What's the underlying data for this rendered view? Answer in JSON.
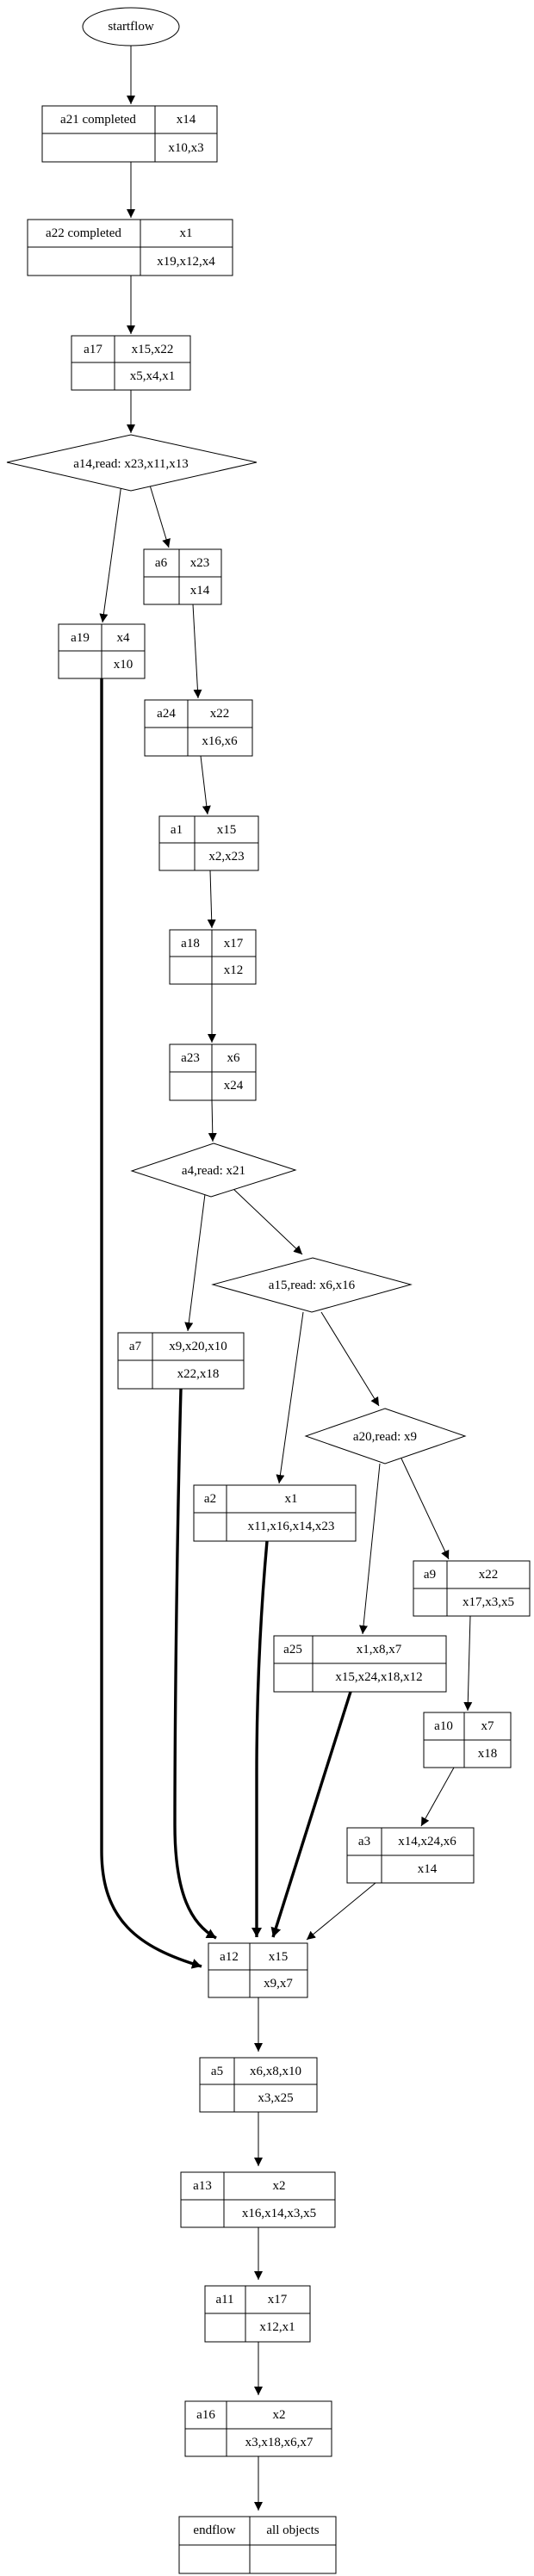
{
  "diagram_title": "workflow-graph",
  "nodes": {
    "startflow": {
      "label": "startflow"
    },
    "a21": {
      "label": "a21 completed",
      "vars_top": "x14",
      "vars_bottom": "x10,x3"
    },
    "a22": {
      "label": "a22 completed",
      "vars_top": "x1",
      "vars_bottom": "x19,x12,x4"
    },
    "a17": {
      "label": "a17",
      "vars_top": "x15,x22",
      "vars_bottom": "x5,x4,x1"
    },
    "a14": {
      "label": "a14,read: x23,x11,x13"
    },
    "a6": {
      "label": "a6",
      "vars_top": "x23",
      "vars_bottom": "x14"
    },
    "a19": {
      "label": "a19",
      "vars_top": "x4",
      "vars_bottom": "x10"
    },
    "a24": {
      "label": "a24",
      "vars_top": "x22",
      "vars_bottom": "x16,x6"
    },
    "a1": {
      "label": "a1",
      "vars_top": "x15",
      "vars_bottom": "x2,x23"
    },
    "a18": {
      "label": "a18",
      "vars_top": "x17",
      "vars_bottom": "x12"
    },
    "a23": {
      "label": "a23",
      "vars_top": "x6",
      "vars_bottom": "x24"
    },
    "a4": {
      "label": "a4,read: x21"
    },
    "a7": {
      "label": "a7",
      "vars_top": "x9,x20,x10",
      "vars_bottom": "x22,x18"
    },
    "a15": {
      "label": "a15,read: x6,x16"
    },
    "a2": {
      "label": "a2",
      "vars_top": "x1",
      "vars_bottom": "x11,x16,x14,x23"
    },
    "a20": {
      "label": "a20,read: x9"
    },
    "a9": {
      "label": "a9",
      "vars_top": "x22",
      "vars_bottom": "x17,x3,x5"
    },
    "a25": {
      "label": "a25",
      "vars_top": "x1,x8,x7",
      "vars_bottom": "x15,x24,x18,x12"
    },
    "a10": {
      "label": "a10",
      "vars_top": "x7",
      "vars_bottom": "x18"
    },
    "a3": {
      "label": "a3",
      "vars_top": "x14,x24,x6",
      "vars_bottom": "x14"
    },
    "a12": {
      "label": "a12",
      "vars_top": "x15",
      "vars_bottom": "x9,x7"
    },
    "a5": {
      "label": "a5",
      "vars_top": "x6,x8,x10",
      "vars_bottom": "x3,x25"
    },
    "a13": {
      "label": "a13",
      "vars_top": "x2",
      "vars_bottom": "x16,x14,x3,x5"
    },
    "a11": {
      "label": "a11",
      "vars_top": "x17",
      "vars_bottom": "x12,x1"
    },
    "a16": {
      "label": "a16",
      "vars_top": "x2",
      "vars_bottom": "x3,x18,x6,x7"
    },
    "endflow": {
      "label": "endflow",
      "vars_top": "all objects",
      "vars_bottom": ""
    }
  },
  "colors": {
    "stroke": "#000000",
    "background": "#ffffff"
  }
}
